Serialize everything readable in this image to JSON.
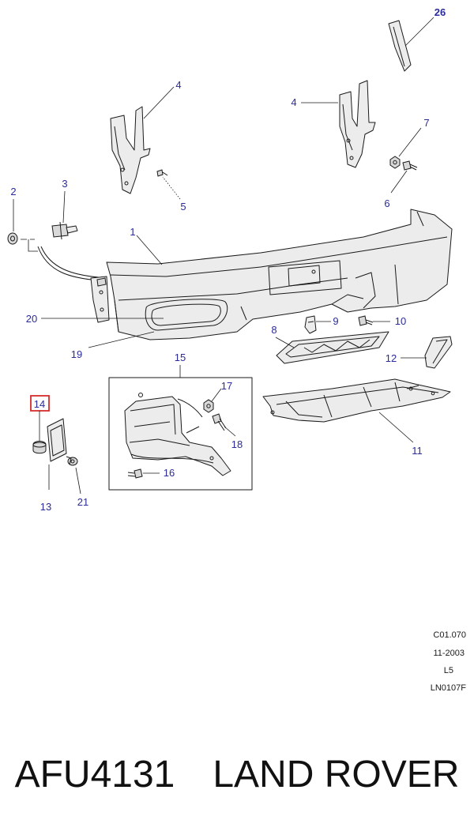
{
  "diagram": {
    "callouts": [
      "26",
      "4",
      "4",
      "7",
      "2",
      "3",
      "5",
      "6",
      "1",
      "20",
      "9",
      "10",
      "8",
      "19",
      "12",
      "15",
      "14",
      "17",
      "18",
      "11",
      "16",
      "13",
      "21"
    ],
    "highlighted_callout": "14",
    "highlight_color": "#d62c2c",
    "callout_color": "#2b2b9a",
    "meta": {
      "section": "C01.070",
      "date": "11-2003",
      "line3": "L5",
      "ref": "LN0107F"
    }
  },
  "caption": {
    "part_number": "AFU4131",
    "brand": "LAND ROVER"
  }
}
